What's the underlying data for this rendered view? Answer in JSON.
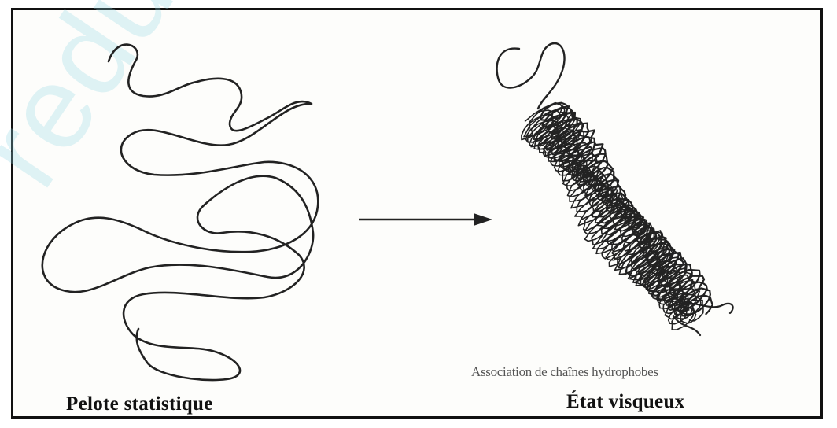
{
  "watermark": {
    "text": "reduced"
  },
  "left_panel": {
    "caption": "Pelote statistique"
  },
  "right_panel": {
    "subcaption": "Association de chaînes hydrophobes",
    "caption": "État visqueux"
  },
  "colors": {
    "line": "#222222",
    "frame": "#111111",
    "watermark": "#8fd6e3"
  }
}
